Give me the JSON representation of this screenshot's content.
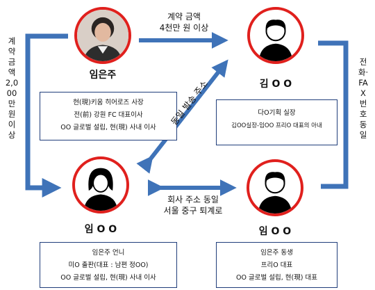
{
  "nodes": [
    {
      "name": "임은주",
      "lines": [
        "현(現)키움 히어로즈 사장",
        "전(前) 강원 FC 대표이사",
        "OO 글로벌 설립, 현(現) 사내 이사"
      ]
    },
    {
      "name": "김 O O",
      "lines": [
        "다O기획 실장",
        "김OO실장-임OO 프리O 대표의 아내"
      ]
    },
    {
      "name": "임 O O",
      "lines": [
        "임은주 언니",
        "미O 출판(대표 : 남편 정OO)",
        "OO 글로벌 설립, 현(現) 사내 이사"
      ]
    },
    {
      "name": "임 O O",
      "lines": [
        "임은주 동생",
        "프리O 대표",
        "OO 글로벌 설립, 현(現) 대표"
      ]
    }
  ],
  "edges": {
    "top": [
      "계약 금액",
      "4천만 원 이상"
    ],
    "left_vertical": "계약 금액 2,000만 원 이상",
    "right_vertical": "전화·FAX 번호 동일",
    "diagonal": "동일 발송 주소",
    "bottom": [
      "회사 주소 동일",
      "서울 중구 퇴계로"
    ]
  },
  "colors": {
    "node_border": "#e0201d",
    "arrow": "#3f73b8",
    "box_border": "#1f3d7a"
  }
}
